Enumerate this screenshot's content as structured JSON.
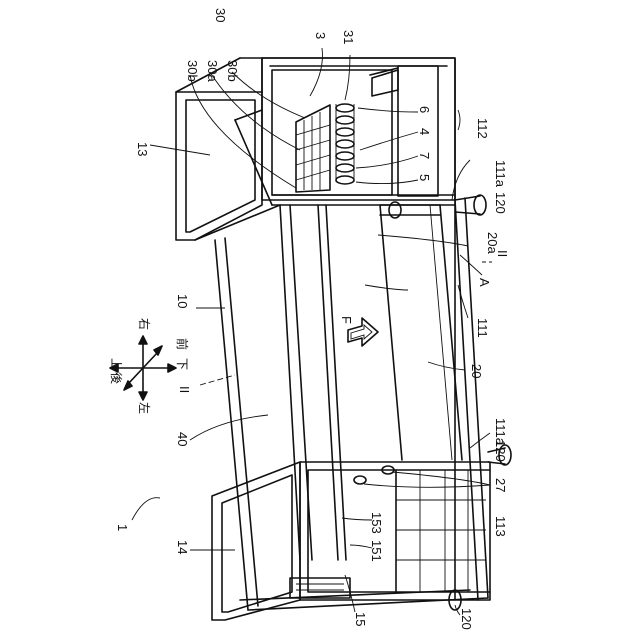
{
  "labels": {
    "l_30b_a": "30b",
    "l_30a": "30a",
    "l_30b_b": "30b",
    "l_30": "30",
    "l_3": "3",
    "l_31": "31",
    "l_6": "6",
    "l_4": "4",
    "l_7": "7",
    "l_5": "5",
    "l_112": "112",
    "l_111a_top": "111a",
    "l_120_top": "120",
    "l_20a": "20a",
    "l_II_right": "II",
    "l_A": "A",
    "l_111": "111",
    "l_20": "20",
    "l_F": "F",
    "l_13": "13",
    "l_10": "10",
    "l_II_left": "II",
    "l_40": "40",
    "l_111a_bottom": "111a",
    "l_120_mid": "120",
    "l_27": "27",
    "l_153": "153",
    "l_151": "151",
    "l_113": "113",
    "l_14": "14",
    "l_1": "1",
    "l_15": "15",
    "l_120_bottom": "120"
  },
  "directions": {
    "up": "上",
    "down": "下",
    "left": "左",
    "right": "右",
    "front": "前",
    "rear": "後"
  }
}
